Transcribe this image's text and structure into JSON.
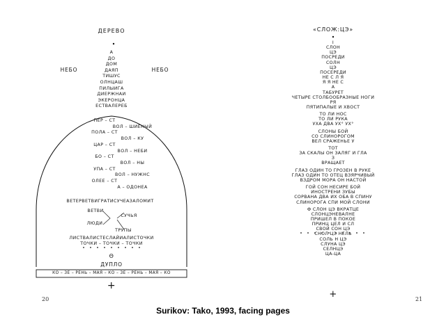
{
  "left": {
    "title": "ДЕРЕВО",
    "sky_left": "НЕБО",
    "sky_right": "НЕБО",
    "tree": [
      "А",
      "ДО",
      "ДОМ",
      "ДАЯП",
      "ТИШУС",
      "ОЛНЦАШ",
      "ПИЛЫИГА",
      "ДИЕРЖНАИ",
      "ЭКЕРОНЦА",
      "ЕСТВАЛЕРЕБ"
    ],
    "pairs": [
      [
        "ПЕР – СТ",
        ""
      ],
      [
        "",
        "ВОЛ – ШИЕНЫЙ"
      ],
      [
        "ПОЛА – СТ",
        ""
      ],
      [
        "",
        "ВОЛ – КУ"
      ],
      [
        "ЦАР – СТ",
        ""
      ],
      [
        "",
        "ВОЛ – НЕБИ"
      ],
      [
        "БО – СТ",
        ""
      ],
      [
        "",
        "ВОЛ – НЫ"
      ],
      [
        "УПА – СТ",
        ""
      ],
      [
        "",
        "ВОЛ – НУЖНС"
      ],
      [
        "ОЛЕЕ – СТ",
        ""
      ],
      [
        "",
        "А – ОДОНЕА"
      ]
    ],
    "wind": "ВЕТЕРВЕТВИГРАТИСУЧЕАЗАЛОМИТ",
    "vetvi": "ВЕТВИ",
    "such": "СУЧЬЯ",
    "lyudi": "ЛЮДИ",
    "trupy": "ТРУПЫ",
    "leaves": "ЛИСТВАЛИСТЕСЛАЙИАЛИСТОЧКИ",
    "dots_line": "ТОЧКИ – ТОЧКИ – ТОЧКИ",
    "hollow_sym": "Θ",
    "hollow": "ДУПЛО",
    "bottom_band": "КО – ЗЕ – РЕНЬ – МАЯ – КО – ЗЕ – РЕНЬ – МАЯ – КО",
    "cross": "+",
    "page_number": "20"
  },
  "right": {
    "title": "«СЛОЖ:ЦЭ»",
    "lines": [
      "I",
      "СЛОН",
      "ЦЭ",
      "ПОСРЕДИ",
      "СОЛН",
      "ЦЭ",
      "ПОСЕРЕДИ",
      "НЕ С Л Я",
      "Я Я НЕ С",
      "А",
      "ТАБУРЕТ",
      "ЧЕТЫРЕ СТОЛБООБРАЗНЫЕ НОГИ",
      "РЯ",
      "ПЯТИПАЛЫЕ И ХВОСТ",
      "",
      "ТО ЛИ НОС",
      "ТО ЛИ РУКА",
      "УХА ДВА УХ° УХ°",
      "",
      "СЛОНЫ БОЙ",
      "СО СЛИНОРОГОМ",
      "ВЕЛ СРАЖЕНЬЕ У",
      "",
      "ТОТ",
      "ЗА СКАЛЫ ОН ЗАЛЯГ И ГЛА",
      "З",
      "ВРАЩАЕТ",
      "",
      "ГЛАЗ ОДИН ТО ГРОЗЕН В РУКЕ",
      "ГЛАЗ ОДИН ТО ОТЕЦ ВЗЯРЧИВЫЙ",
      "ВЗДРОМ МОРА ОН НАСТОЙ",
      "",
      "ГОЙ СОН НЕСИРЕ БОЙ",
      "ИНОСТРЕНИ ЗУБЫ",
      "СОРВАНА ДВА ИХ ОБА В СПИНУ",
      "СЛИНОРОГА СПИ МОЙ СЛОНИ",
      "",
      "Ф СЛОН ЦЭ ВКРАТЦЕ",
      "СЛОНЦЭНЕВАЛНЕ",
      "ПРИШЕЛ В ПОКОЕ",
      "ПРИНЦ ЦЕЛ И СЛ",
      "СВОЙ СОН ЦЭ",
      "СНОЛ ЦЭ НЕЛЬ",
      "СОЛЬ Н ЦЭ",
      "СЛУНА ЦЭ",
      "СЕЛНЦЭ",
      "ЦА-ЦА"
    ],
    "cross": "+",
    "page_number": "21"
  },
  "caption": "Surikov: Tako, 1993, facing pages"
}
